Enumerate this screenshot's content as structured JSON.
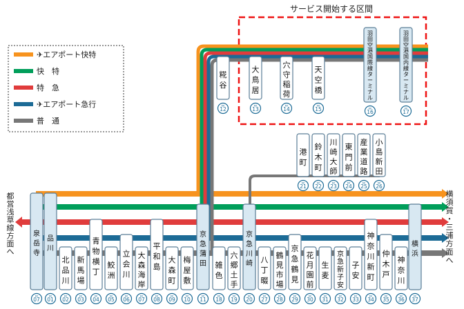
{
  "title": "サービス開始する区間",
  "legend": [
    {
      "label": "✈エアポート快特",
      "color": "#f7931e"
    },
    {
      "label": "快　特",
      "color": "#009e5a"
    },
    {
      "label": "特　急",
      "color": "#e03c3c"
    },
    {
      "label": "✈エアポート急行",
      "color": "#1c6b96"
    },
    {
      "label": "普　通",
      "color": "#777777"
    }
  ],
  "left_note": "都営浅草線方面へ",
  "right_note": "横須賀・三浦方面へ",
  "stations": [
    {
      "name": "泉岳寺",
      "num": "07"
    },
    {
      "name": "品川",
      "num": "01"
    },
    {
      "name": "北品川",
      "num": "02"
    },
    {
      "name": "新馬場",
      "num": "03"
    },
    {
      "name": "青物横丁",
      "num": "04"
    },
    {
      "name": "鮫洲",
      "num": "05"
    },
    {
      "name": "立会川",
      "num": "06"
    },
    {
      "name": "大森海岸",
      "num": "07"
    },
    {
      "name": "平和島",
      "num": "08"
    },
    {
      "name": "大森町",
      "num": "09"
    },
    {
      "name": "梅屋敷",
      "num": "10"
    },
    {
      "name": "京急蒲田",
      "num": "11"
    },
    {
      "name": "雑色",
      "num": "18"
    },
    {
      "name": "六郷土手",
      "num": "19"
    },
    {
      "name": "京急川崎",
      "num": "20"
    },
    {
      "name": "八丁畷",
      "num": "27"
    },
    {
      "name": "鶴見市場",
      "num": "28"
    },
    {
      "name": "京急鶴見",
      "num": "29"
    },
    {
      "name": "花月園前",
      "num": "30"
    },
    {
      "name": "生麦",
      "num": "31"
    },
    {
      "name": "京急新子安",
      "num": "32"
    },
    {
      "name": "子安",
      "num": "33"
    },
    {
      "name": "神奈川新町",
      "num": "34"
    },
    {
      "name": "仲木戸",
      "num": "35"
    },
    {
      "name": "神奈川",
      "num": "36"
    },
    {
      "name": "横浜",
      "num": "37"
    },
    {
      "name": "糀谷",
      "num": "12"
    },
    {
      "name": "大鳥居",
      "num": "13"
    },
    {
      "name": "穴守稲荷",
      "num": "14"
    },
    {
      "name": "天空橋",
      "num": "15"
    },
    {
      "name": "羽田空港国際線ターミナル",
      "num": "16"
    },
    {
      "name": "羽田空港国内線ターミナル",
      "num": "17"
    },
    {
      "name": "港町",
      "num": "21"
    },
    {
      "name": "鈴木町",
      "num": "22"
    },
    {
      "name": "川崎大師",
      "num": "23"
    },
    {
      "name": "東門前",
      "num": "24"
    },
    {
      "name": "産業道路",
      "num": "25"
    },
    {
      "name": "小島新田",
      "num": "26"
    }
  ],
  "code_prefix": "KK"
}
